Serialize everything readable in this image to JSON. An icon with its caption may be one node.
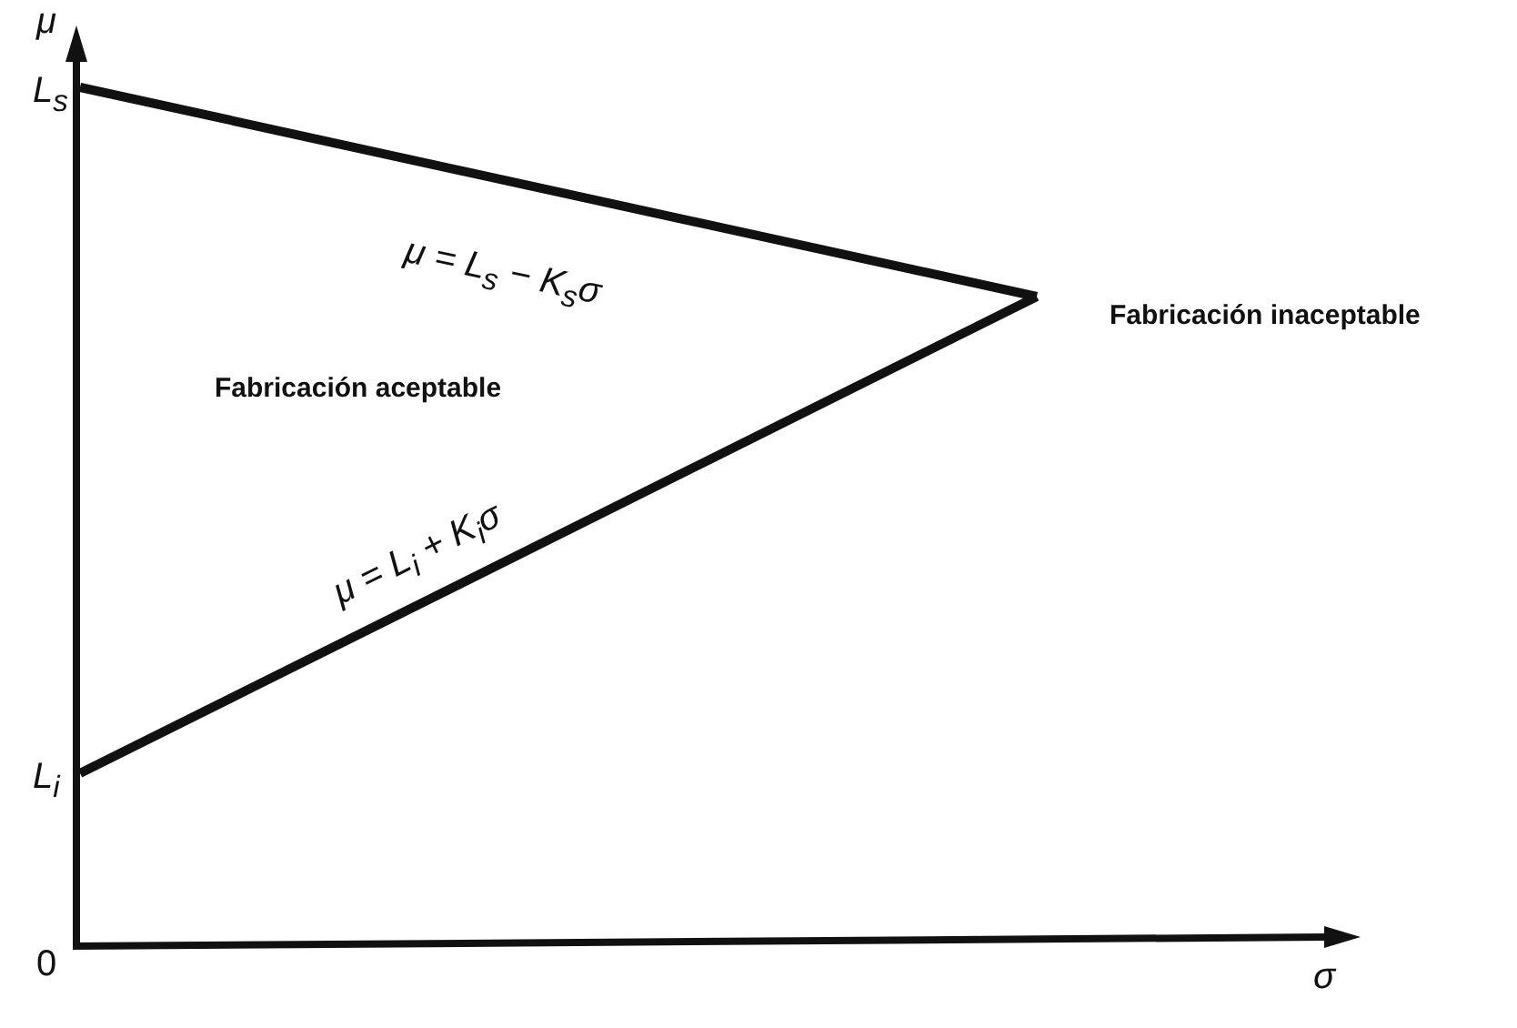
{
  "diagram": {
    "labels": [
      "μ",
      "L$_{s}$",
      "μ = L$_{s}$ − K$_{s}$σ",
      "Fabricación aceptable",
      "Fabricación inaceptable",
      "L$_{i}$",
      "μ = L$_{i}$ + K$_{i}$σ",
      "0",
      "σ"
    ]
  }
}
